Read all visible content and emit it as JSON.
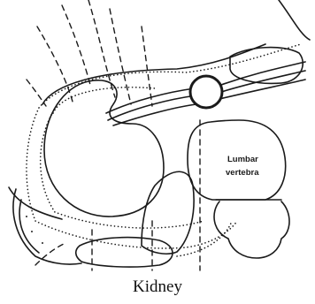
{
  "figure": {
    "vertebra_label_line1": "Lumbar",
    "vertebra_label_line2": "vertebra",
    "caption": "Kidney"
  }
}
